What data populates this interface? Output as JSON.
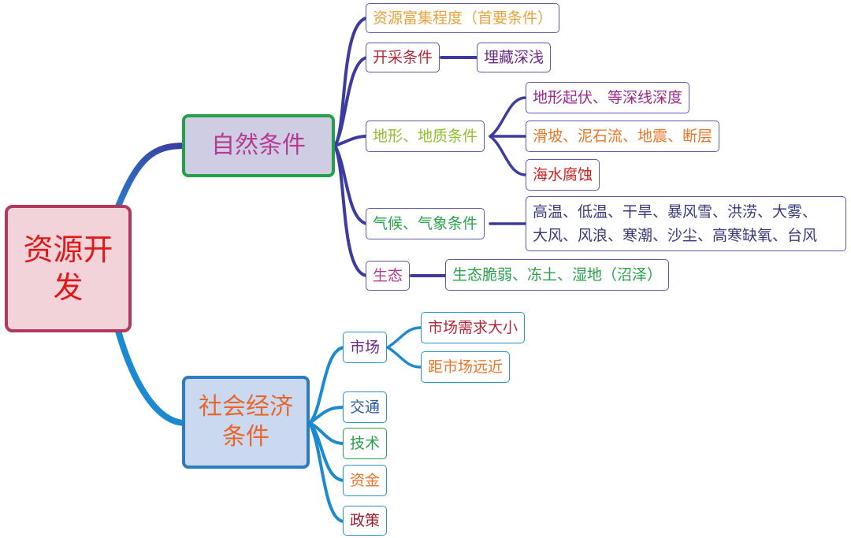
{
  "root": {
    "label": "资源开发",
    "color": "#e01818"
  },
  "natural": {
    "label": "自然条件",
    "items": {
      "richness": {
        "label": "资源富集程度（首要条件）",
        "color": "#e8a33a"
      },
      "mining": {
        "label": "开采条件",
        "color": "#b3283a",
        "child": {
          "label": "埋藏深浅",
          "color": "#6b2a8a"
        }
      },
      "terrain": {
        "label": "地形、地质条件",
        "color": "#8fbf2a",
        "children": [
          {
            "label": "地形起伏、等深线深度",
            "color": "#9b2a8a"
          },
          {
            "label": "滑坡、泥石流、地震、断层",
            "color": "#e8772a"
          },
          {
            "label": "海水腐蚀",
            "color": "#d22020"
          }
        ]
      },
      "climate": {
        "label": "气候、气象条件",
        "color": "#2aa04a",
        "child": {
          "lines": [
            "高温、低温、干旱、暴风雪、洪涝、大雾、",
            "大风、风浪、寒潮、沙尘、高寒缺氧、台风"
          ],
          "color": "#3a3a7a"
        }
      },
      "eco": {
        "label": "生态",
        "color": "#b63a92",
        "child": {
          "label": "生态脆弱、冻土、湿地（沼泽）",
          "color": "#2aa04a"
        }
      }
    }
  },
  "social": {
    "label": "社会经济条件",
    "items": {
      "market": {
        "label": "市场",
        "color": "#6b2a8a",
        "children": [
          {
            "label": "市场需求大小",
            "color": "#b3283a"
          },
          {
            "label": "距市场远近",
            "color": "#e8772a"
          }
        ]
      },
      "transport": {
        "label": "交通",
        "color": "#2a5aa0"
      },
      "tech": {
        "label": "技术",
        "color": "#2aa04a"
      },
      "funds": {
        "label": "资金",
        "color": "#e8772a"
      },
      "policy": {
        "label": "政策",
        "color": "#9b1a2a"
      }
    }
  }
}
